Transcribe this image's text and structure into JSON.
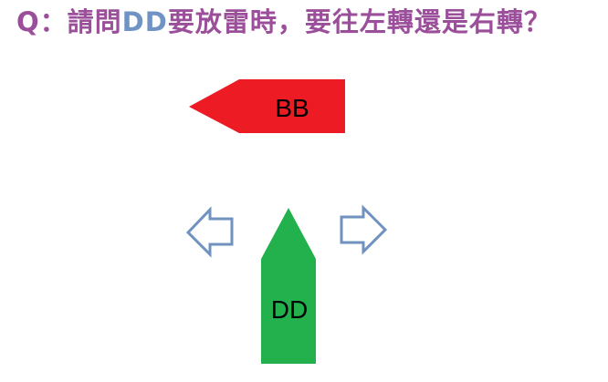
{
  "question": {
    "prefix": "Q：請問",
    "highlight": "DD",
    "suffix": "要放雷時，要往左轉還是右轉？"
  },
  "shapes": {
    "bb": {
      "label": "BB",
      "direction": "left",
      "color": "#ed1c24"
    },
    "dd": {
      "label": "DD",
      "direction": "up",
      "color": "#22b14c"
    },
    "left_arrow": {
      "direction": "left",
      "color": "#7092be",
      "fill": "#ffffff"
    },
    "right_arrow": {
      "direction": "right",
      "color": "#7092be",
      "fill": "#ffffff"
    }
  },
  "colors": {
    "question_text": "#9b4f9a",
    "question_highlight": "#6e93c4",
    "background": "#ffffff"
  }
}
